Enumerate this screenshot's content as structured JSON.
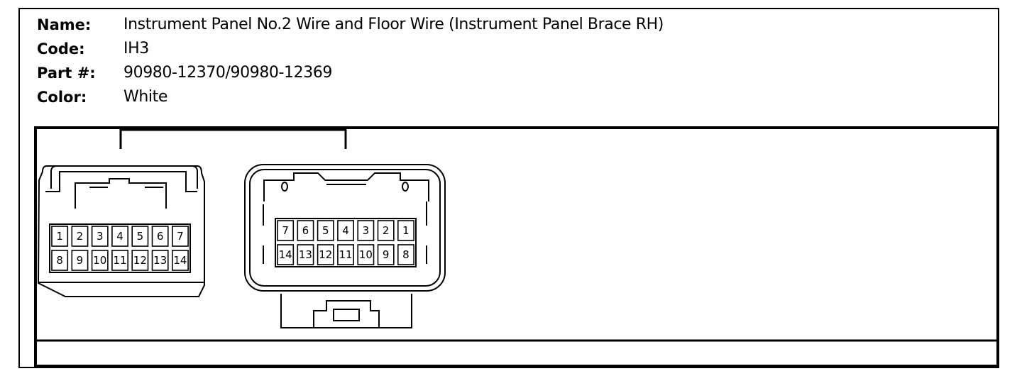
{
  "connector_info": {
    "name_label": "Name:",
    "name_value": "Instrument Panel No.2 Wire and Floor Wire (Instrument Panel Brace RH)",
    "code_label": "Code:",
    "code_value": "IH3",
    "part_label": "Part #:",
    "part_value": "90980-12370/90980-12369",
    "color_label": "Color:",
    "color_value": "White"
  },
  "connector_left": {
    "top_row": [
      "1",
      "2",
      "3",
      "4",
      "5",
      "6",
      "7"
    ],
    "bottom_row": [
      "8",
      "9",
      "10",
      "11",
      "12",
      "13",
      "14"
    ]
  },
  "connector_right": {
    "top_row": [
      "7",
      "6",
      "5",
      "4",
      "3",
      "2",
      "1"
    ],
    "bottom_row": [
      "14",
      "13",
      "12",
      "11",
      "10",
      "9",
      "8"
    ]
  }
}
